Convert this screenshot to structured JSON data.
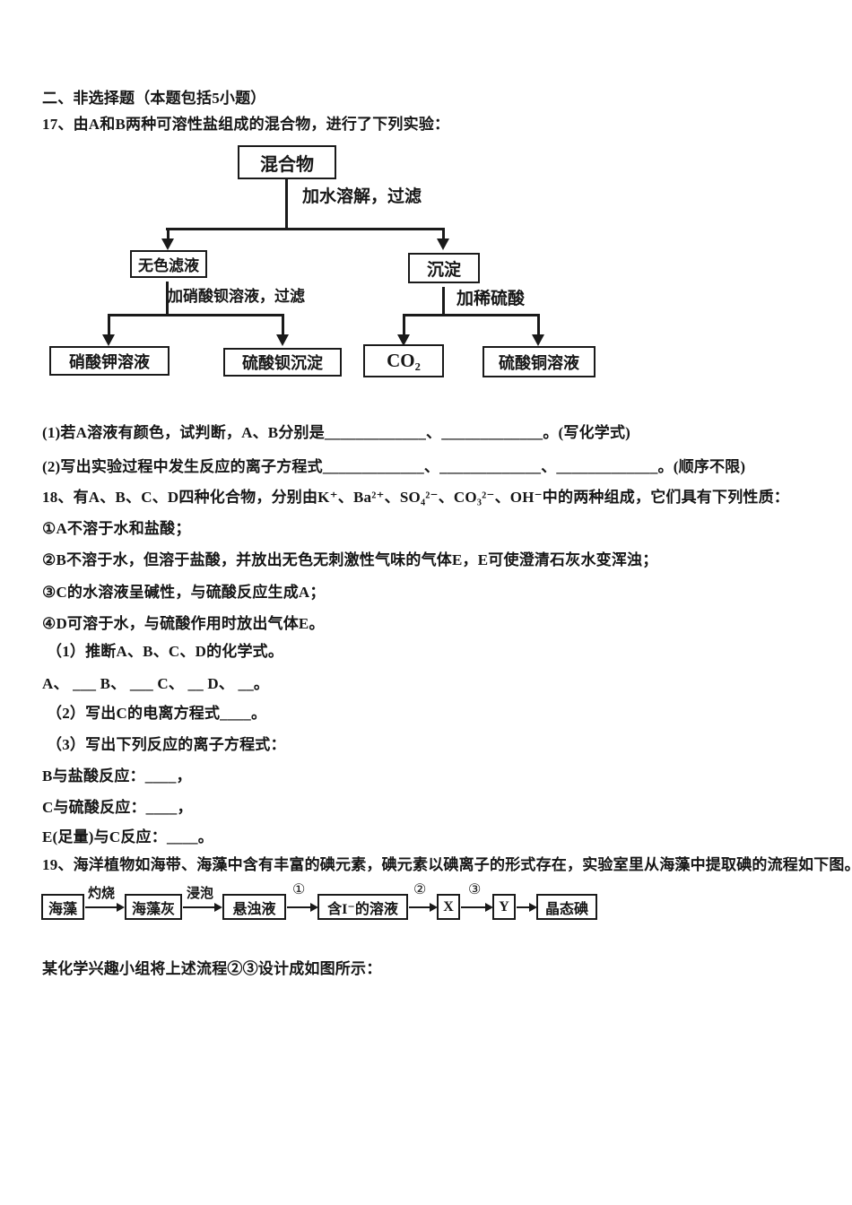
{
  "section": {
    "header": "二、非选择题（本题包括5小题）"
  },
  "q17": {
    "intro": "17、由A和B两种可溶性盐组成的混合物，进行了下列实验：",
    "flow": {
      "root": "混合物",
      "step_root": "加水溶解，过滤",
      "filtrate": "无色滤液",
      "precipitate": "沉淀",
      "step_filtrate": "加硝酸钡溶液，过滤",
      "step_precipitate": "加稀硫酸",
      "leaf_kno3": "硝酸钾溶液",
      "leaf_baso4": "硫酸钡沉淀",
      "leaf_co2": "CO₂",
      "leaf_cuso4": "硫酸铜溶液"
    },
    "sub1": "(1)若A溶液有颜色，试判断，A、B分别是_____________、_____________。(写化学式)",
    "sub2": "(2)写出实验过程中发生反应的离子方程式_____________、_____________、_____________。(顺序不限)"
  },
  "q18": {
    "intro": "18、有A、B、C、D四种化合物，分别由K⁺、Ba²⁺、SO₄²⁻、CO₃²⁻、OH⁻中的两种组成，它们具有下列性质：",
    "prop1": "①A不溶于水和盐酸；",
    "prop2": "②B不溶于水，但溶于盐酸，并放出无色无刺激性气味的气体E，E可使澄清石灰水变浑浊；",
    "prop3": "③C的水溶液呈碱性，与硫酸反应生成A；",
    "prop4": "④D可溶于水，与硫酸作用时放出气体E。",
    "sub1": "（1）推断A、B、C、D的化学式。",
    "formula_blanks": "A、 ___ B、 ___ C、 __ D、 __。",
    "sub2": "（2）写出C的电离方程式____。",
    "sub3": "（3）写出下列反应的离子方程式：",
    "rxn1": "B与盐酸反应：____，",
    "rxn2": "C与硫酸反应：____，",
    "rxn3": "E(足量)与C反应：____。"
  },
  "q19": {
    "intro": "19、海洋植物如海带、海藻中含有丰富的碘元素，碘元素以碘离子的形式存在，实验室里从海藻中提取碘的流程如下图。",
    "flow": {
      "nodes": [
        "海藻",
        "海藻灰",
        "悬浊液",
        "含I⁻的溶液",
        "X",
        "Y",
        "晶态碘"
      ],
      "labels": [
        "灼烧",
        "浸泡",
        "①",
        "②",
        "③"
      ]
    },
    "footer": "某化学兴趣小组将上述流程②③设计成如图所示："
  }
}
